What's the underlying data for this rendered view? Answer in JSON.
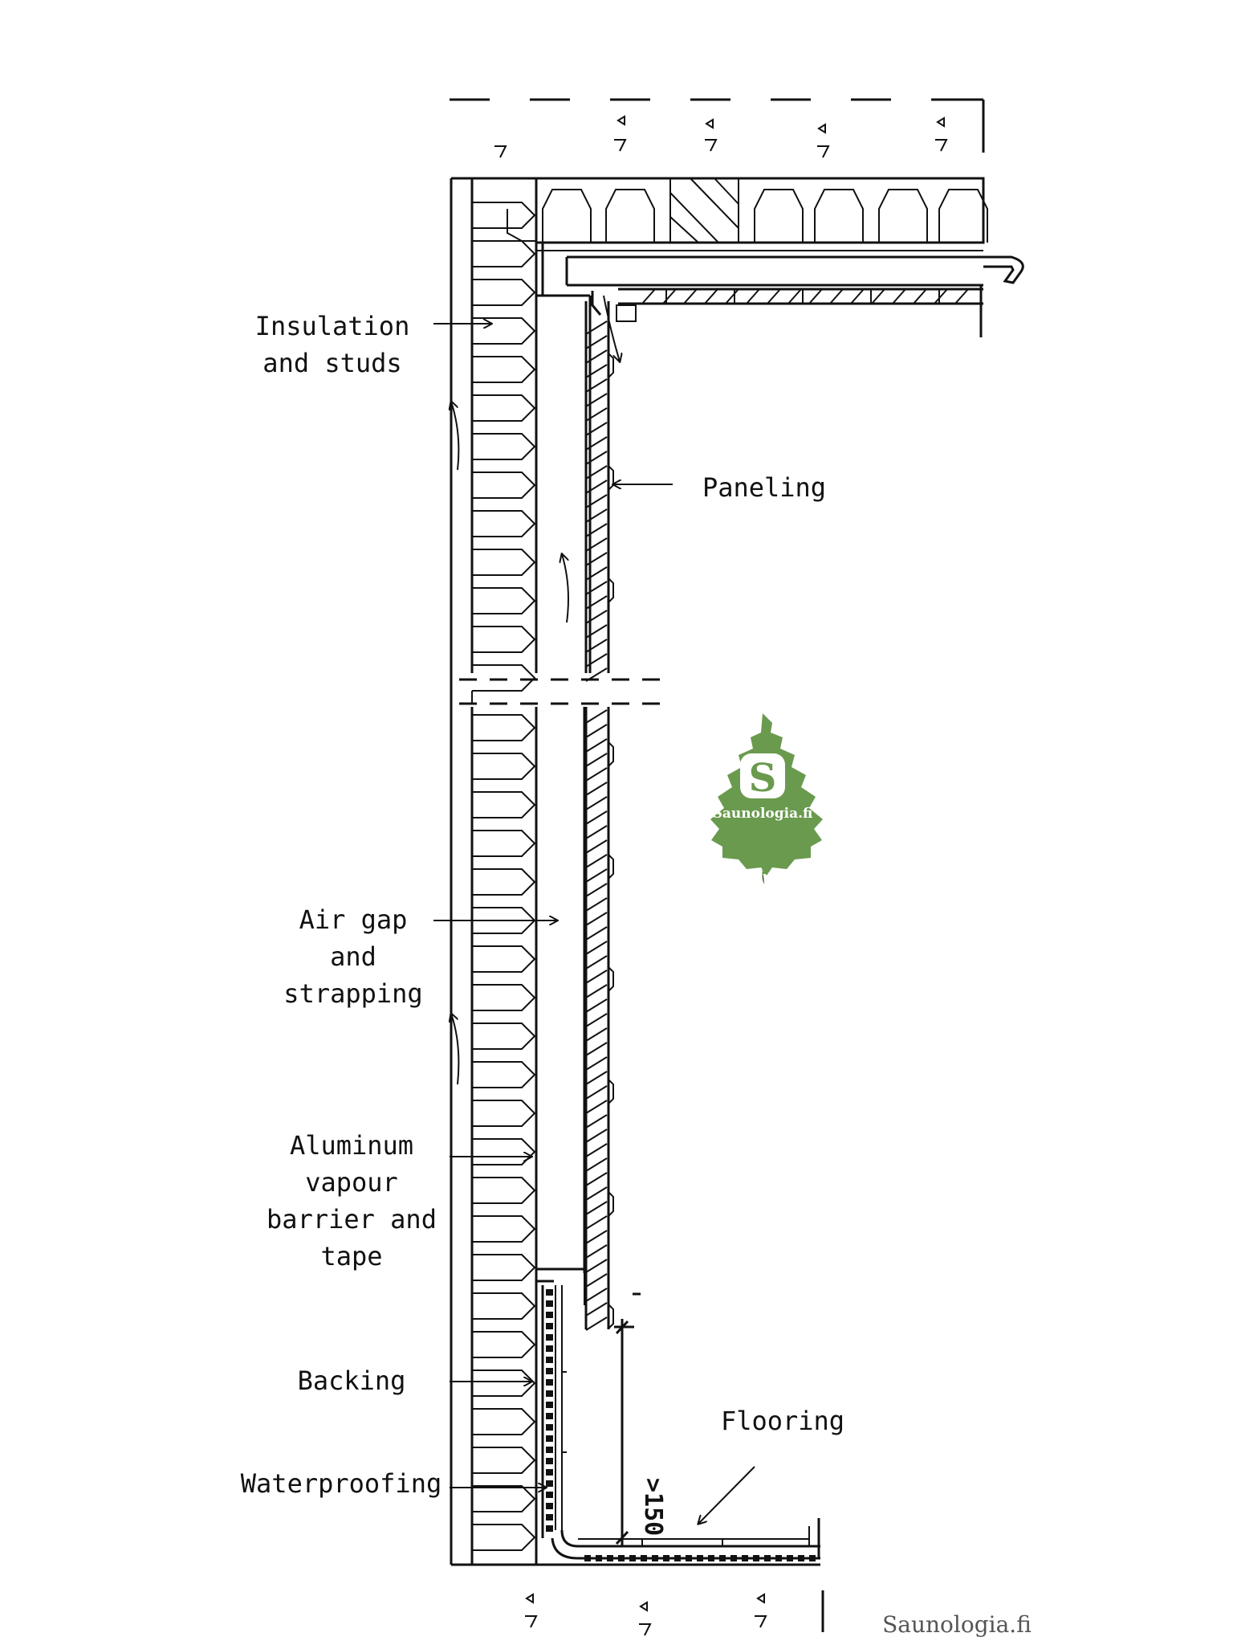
{
  "labels": {
    "insulation": [
      "Insulation",
      "and studs"
    ],
    "paneling": "Paneling",
    "air_gap": [
      "Air gap",
      "and",
      "strapping"
    ],
    "vapour_barrier": [
      "Aluminum",
      "vapour",
      "barrier and",
      "tape"
    ],
    "backing": "Backing",
    "waterproofing": "Waterproofing",
    "flooring": "Flooring"
  },
  "dimension": ">150",
  "logo": {
    "letter": "S",
    "text": "Saunologia.fi",
    "color": "#6a9a4e"
  },
  "watermark": "Saunologia.fi"
}
